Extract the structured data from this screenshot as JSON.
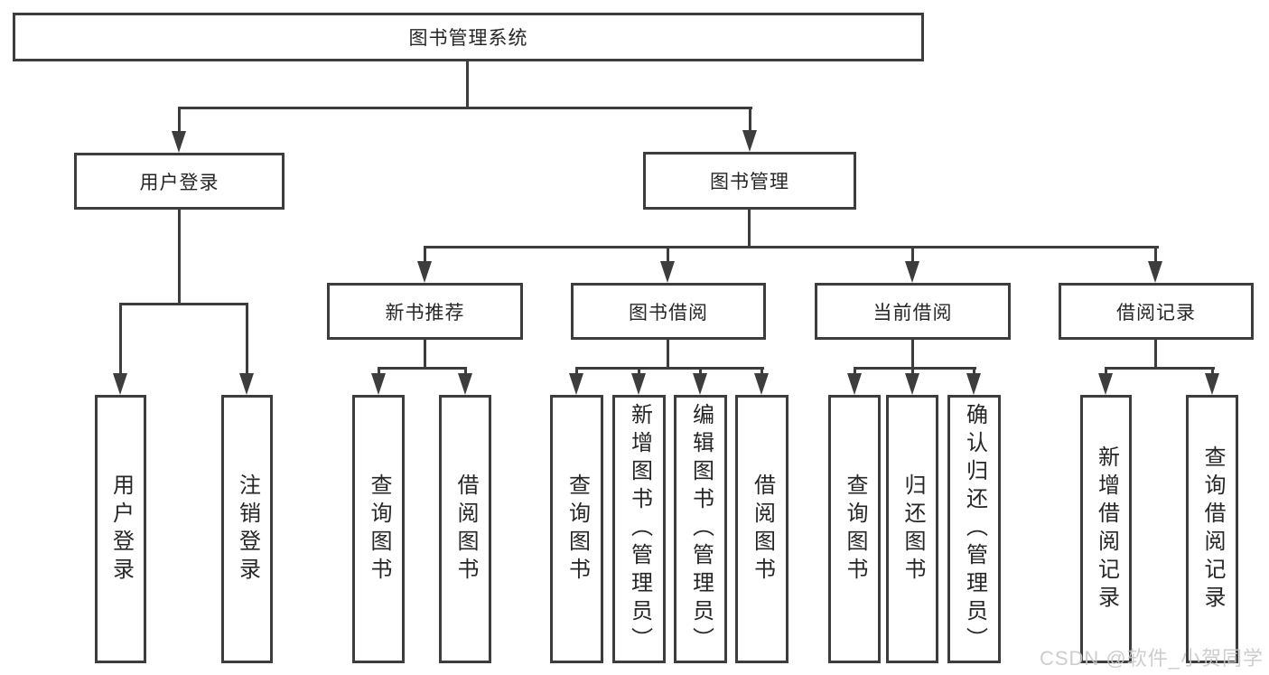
{
  "tree": {
    "root": "图书管理系统",
    "branches": [
      {
        "label": "用户登录",
        "children": [
          "用户登录",
          "注销登录"
        ]
      },
      {
        "label": "图书管理",
        "children": [
          {
            "label": "新书推荐",
            "children": [
              "查询图书",
              "借阅图书"
            ]
          },
          {
            "label": "图书借阅",
            "children": [
              "查询图书",
              "新增图书（管理员）",
              "编辑图书（管理员）",
              "借阅图书"
            ]
          },
          {
            "label": "当前借阅",
            "children": [
              "查询图书",
              "归还图书",
              "确认归还（管理员）"
            ]
          },
          {
            "label": "借阅记录",
            "children": [
              "新增借阅记录",
              "查询借阅记录"
            ]
          }
        ]
      }
    ]
  },
  "watermark": "CSDN @软件_小贺同学",
  "colors": {
    "line": "#3d3d3d",
    "text": "#262626",
    "watermark": "#c8c8c8",
    "background": "#ffffff"
  }
}
